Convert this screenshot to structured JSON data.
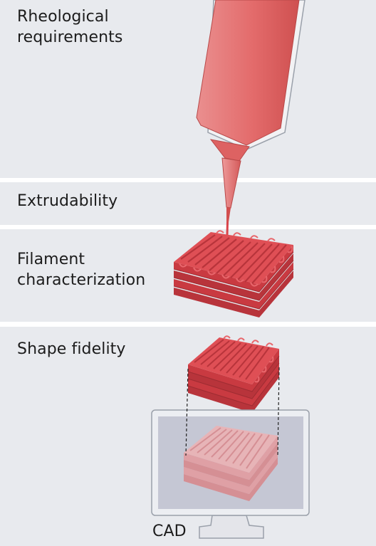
{
  "sections": [
    {
      "label": "Rheological\nrequirements"
    },
    {
      "label": "Extrudability"
    },
    {
      "label": "Filament\ncharacterization"
    },
    {
      "label": "Shape fidelity"
    }
  ],
  "monitor": {
    "label": "CAD"
  },
  "colors": {
    "band": "#e8eaee",
    "syringe": "#e06060",
    "scaffold": "#d9434a",
    "scaffold_light": "#e7a3a5",
    "screen": "#c5c7d4"
  }
}
